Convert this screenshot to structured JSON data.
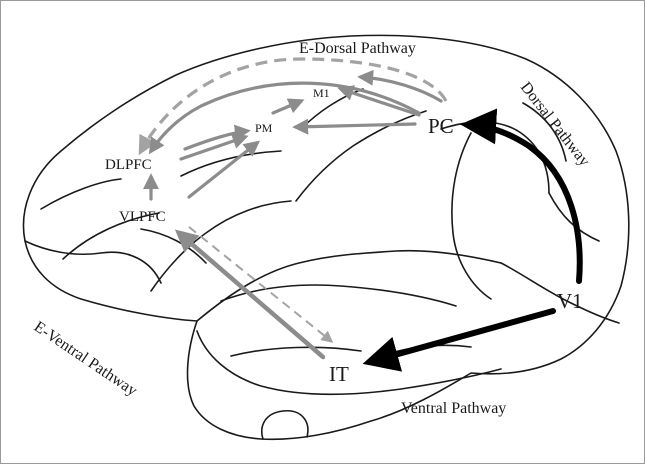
{
  "pathways": {
    "e_dorsal": "E-Dorsal Pathway",
    "dorsal": "Dorsal Pathway",
    "ventral": "Ventral Pathway",
    "e_ventral": "E-Ventral Pathway"
  },
  "regions": {
    "m1": "M1",
    "pm": "PM",
    "pc": "PC",
    "dlpfc": "DLPFC",
    "vlpfc": "VLPFC",
    "v1": "V1",
    "it": "IT"
  },
  "colors": {
    "outline": "#1a1a1a",
    "dorsal_arrow": "#000000",
    "extended_arrow": "#8c8c8c",
    "dashed_arrow": "#a3a3a3"
  }
}
